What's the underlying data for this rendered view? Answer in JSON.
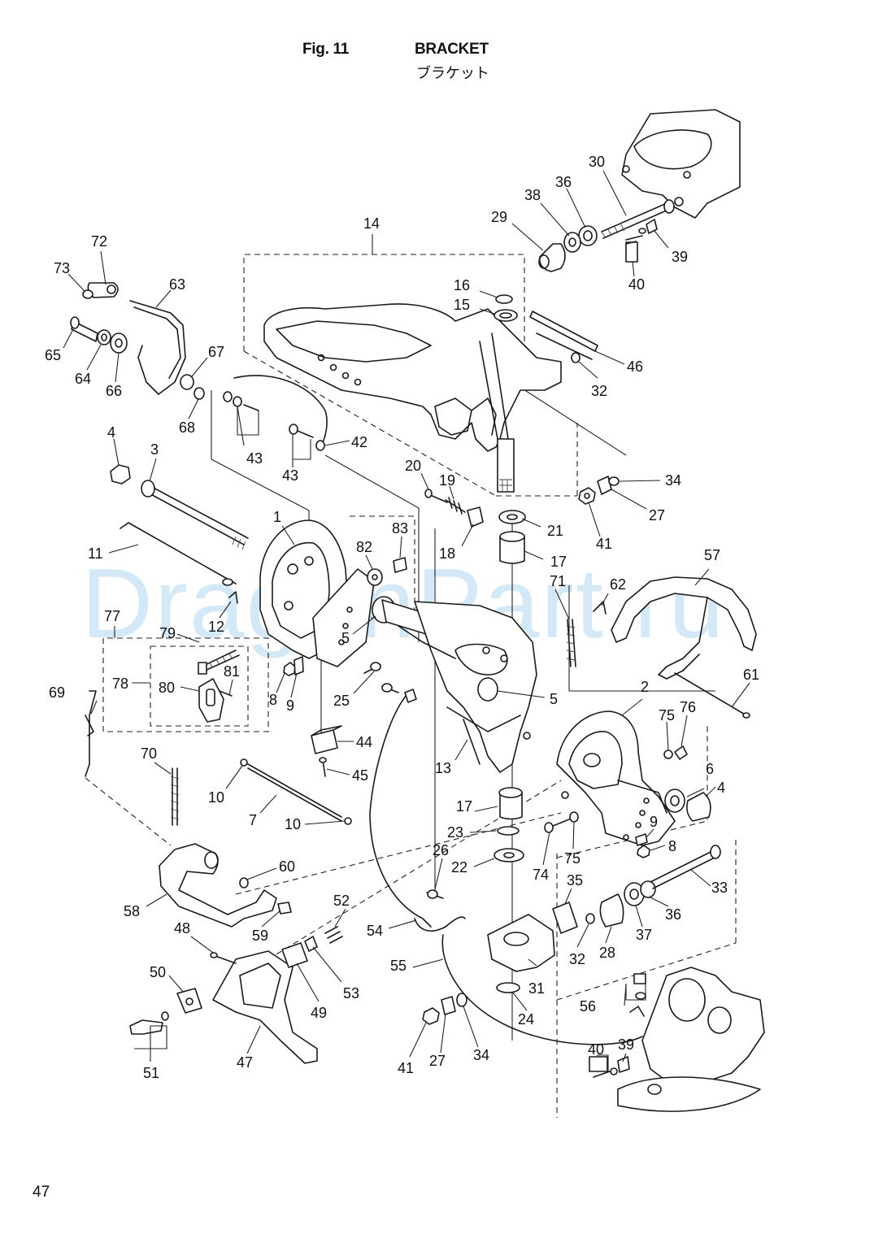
{
  "header": {
    "fig": "Fig. 11",
    "title": "BRACKET",
    "title_jp": "ブラケット"
  },
  "page_number": "47",
  "watermark": "DragonPart.ru",
  "callouts": [
    "1",
    "2",
    "3",
    "4",
    "5",
    "6",
    "7",
    "8",
    "9",
    "10",
    "11",
    "12",
    "13",
    "14",
    "15",
    "16",
    "17",
    "18",
    "19",
    "20",
    "21",
    "22",
    "23",
    "24",
    "25",
    "26",
    "27",
    "28",
    "29",
    "30",
    "31",
    "32",
    "33",
    "34",
    "35",
    "36",
    "37",
    "38",
    "39",
    "40",
    "41",
    "42",
    "43",
    "44",
    "45",
    "46",
    "47",
    "48",
    "49",
    "50",
    "51",
    "52",
    "53",
    "54",
    "55",
    "56",
    "57",
    "58",
    "59",
    "60",
    "61",
    "62",
    "63",
    "64",
    "65",
    "66",
    "67",
    "68",
    "69",
    "70",
    "71",
    "72",
    "73",
    "74",
    "75",
    "76",
    "77",
    "78",
    "79",
    "80",
    "81",
    "82",
    "83"
  ]
}
